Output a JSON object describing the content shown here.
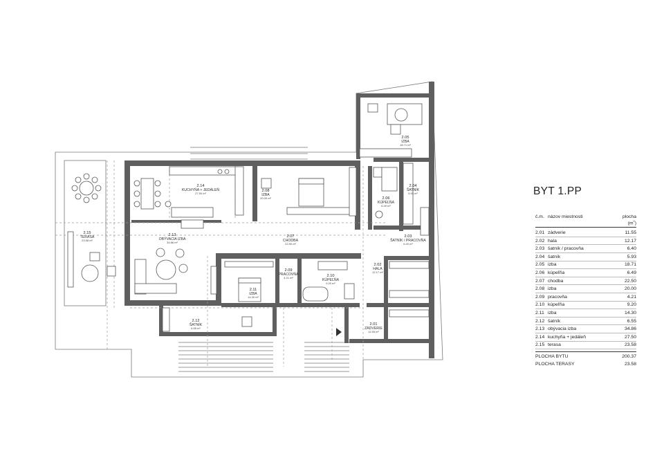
{
  "title": "BYT 1.PP",
  "table": {
    "headers": {
      "no": "č.m.",
      "name": "názov miestnosti",
      "area": "plocha (m",
      "area_sup": "2",
      "area_close": ")"
    },
    "rows": [
      {
        "no": "2.01",
        "name": "zádverie",
        "area": "11.55"
      },
      {
        "no": "2.02",
        "name": "hala",
        "area": "12.17"
      },
      {
        "no": "2.03",
        "name": "šatník / pracovňa",
        "area": "6.40"
      },
      {
        "no": "2.04",
        "name": "šatník",
        "area": "5.93"
      },
      {
        "no": "2.05",
        "name": "izba",
        "area": "18.71"
      },
      {
        "no": "2.06",
        "name": "kúpeľňa",
        "area": "6.49"
      },
      {
        "no": "2.07",
        "name": "chodba",
        "area": "22.50"
      },
      {
        "no": "2.08",
        "name": "izba",
        "area": "20.00"
      },
      {
        "no": "2.09",
        "name": "pracovňa",
        "area": "4.21"
      },
      {
        "no": "2.10",
        "name": "kúpeľňa",
        "area": "9.20"
      },
      {
        "no": "2.11",
        "name": "izba",
        "area": "14.30"
      },
      {
        "no": "2.12",
        "name": "šatník",
        "area": "6.55"
      },
      {
        "no": "2.13",
        "name": "obývacia izba",
        "area": "34.86"
      },
      {
        "no": "2.14",
        "name": "kuchyňa + jedáleň",
        "area": "27.50"
      },
      {
        "no": "2.15",
        "name": "terasa",
        "area": "23.58"
      }
    ],
    "totals": [
      {
        "name": "PLOCHA BYTU",
        "area": "200.37"
      },
      {
        "name": "PLOCHA TERASY",
        "area": "23.58"
      }
    ]
  },
  "plan_labels": {
    "r201": {
      "no": "2.01",
      "name": "ZÁDVERIE",
      "area": "11.55 m²"
    },
    "r202": {
      "no": "2.02",
      "name": "HALA",
      "area": "12.17 m²"
    },
    "r203": {
      "no": "2.03",
      "name": "ŠATNÍK / PRACOVŇA",
      "area": "6.40 m²"
    },
    "r204": {
      "no": "2.04",
      "name": "ŠATNÍK",
      "area": "5.93 m²"
    },
    "r205": {
      "no": "2.05",
      "name": "IZBA",
      "area": "18.71 m²"
    },
    "r206": {
      "no": "2.06",
      "name": "KÚPEĽŇA",
      "area": "6.49 m²"
    },
    "r207": {
      "no": "2.07",
      "name": "CHODBA",
      "area": "22.50 m²"
    },
    "r208": {
      "no": "2.08",
      "name": "IZBA",
      "area": "20.00 m²"
    },
    "r209": {
      "no": "2.09",
      "name": "PRACOVŇA",
      "area": "4.21 m²"
    },
    "r210": {
      "no": "2.10",
      "name": "KÚPEĽŇA",
      "area": "9.20 m²"
    },
    "r211": {
      "no": "2.11",
      "name": "IZBA",
      "area": "14.30 m²"
    },
    "r212": {
      "no": "2.12",
      "name": "ŠATNÍK",
      "area": "6.55 m²"
    },
    "r213": {
      "no": "2.13",
      "name": "OBÝVACIA IZBA",
      "area": "34.86 m²"
    },
    "r214": {
      "no": "2.14",
      "name": "KUCHYŇA + JEDÁLEŇ",
      "area": "27.50 m²"
    },
    "r215": {
      "no": "2.15",
      "name": "TERASA",
      "area": "23.58 m²"
    }
  }
}
